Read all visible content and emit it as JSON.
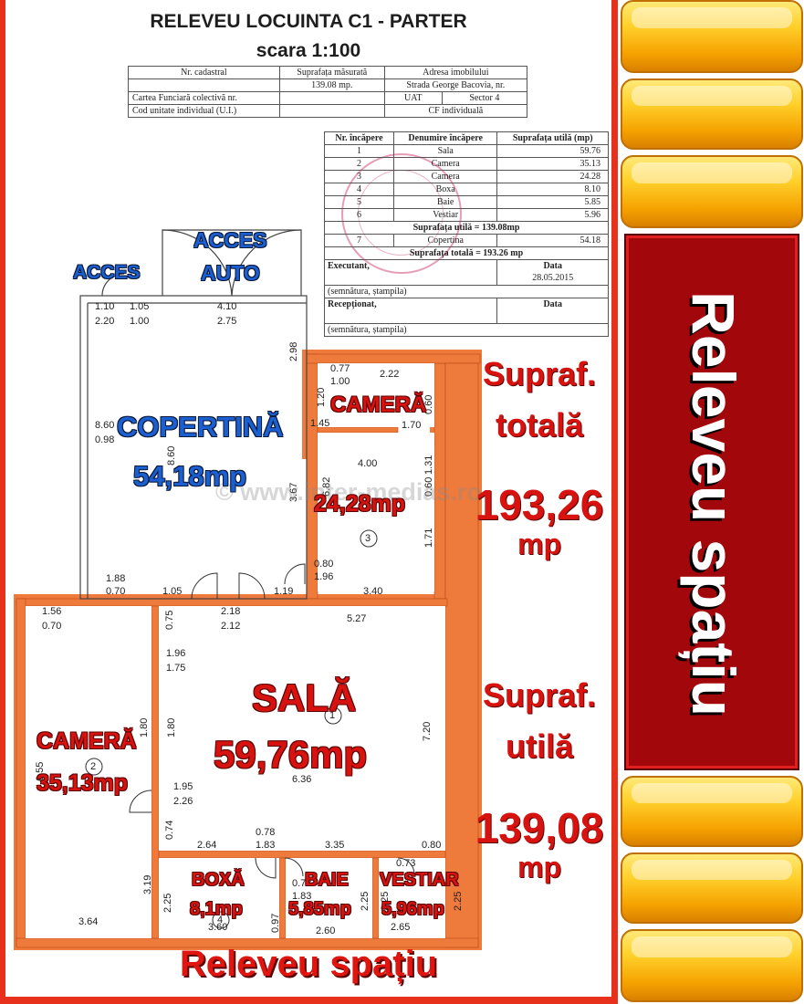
{
  "header": {
    "title": "RELEVEU LOCUINTA C1 - PARTER",
    "scale": "scara 1:100"
  },
  "info_table": {
    "r1": [
      "Nr. cadastral",
      "Suprafața măsurată",
      "Adresa imobilului"
    ],
    "r2": [
      "",
      "139.08 mp.",
      "Strada George Bacovia, nr."
    ],
    "r3": [
      "Cartea Funciară colectivă nr.",
      "",
      "UAT",
      "Sector 4"
    ],
    "r4": [
      "Cod unitate individual (U.I.)",
      "",
      "CF individuală",
      ""
    ]
  },
  "rooms_table": {
    "headers": [
      "Nr. încăpere",
      "Denumire încăpere",
      "Suprafața utilă (mp)"
    ],
    "rows": [
      [
        "1",
        "Sala",
        "59.76"
      ],
      [
        "2",
        "Camera",
        "35.13"
      ],
      [
        "3",
        "Camera",
        "24.28"
      ],
      [
        "4",
        "Boxa",
        "8.10"
      ],
      [
        "5",
        "Baie",
        "5.85"
      ],
      [
        "6",
        "Vestiar",
        "5.96"
      ]
    ],
    "useful_total": "Suprafața utilă = 139.08mp",
    "row7": [
      "7",
      "Copertina",
      "54.18"
    ],
    "grand_total": "Suprafața totală = 193.26 mp",
    "executant": "Executant,",
    "data_label": "Data",
    "date": "28.05.2015",
    "signature_note": "(semnătura, ștampila)",
    "receptionat": "Recepționat,",
    "data_label2": "Data",
    "signature_note2": "(semnătura, ștampila)"
  },
  "labels": {
    "acces": "ACCES",
    "acces_auto_1": "ACCES",
    "acces_auto_2": "AUTO",
    "copertina": "COPERTINĂ",
    "copertina_area": "54,18mp",
    "camera3": "CAMERĂ",
    "camera3_area": "24,28mp",
    "sala": "SALĂ",
    "sala_area": "59,76mp",
    "camera2": "CAMERĂ",
    "camera2_area": "35,13mp",
    "boxa": "BOXĂ",
    "boxa_area": "8,1mp",
    "baie": "BAIE",
    "baie_area": "5,85mp",
    "vestiar": "VESTIAR",
    "vestiar_area": "5,96mp",
    "room_num_3": "3",
    "room_num_2": "2",
    "room_num_1": "1",
    "room_num_4": "4"
  },
  "totals": {
    "total_label_1": "Supraf.",
    "total_label_2": "totală",
    "total_value": "193,26",
    "total_unit": "mp",
    "useful_label_1": "Supraf.",
    "useful_label_2": "utilă",
    "useful_value": "139,08",
    "useful_unit": "mp"
  },
  "dimensions": {
    "d110": "1.10",
    "d220": "2.20",
    "d105a": "1.05",
    "d100a": "1.00",
    "d410": "4.10",
    "d275": "2.75",
    "d298": "2.98",
    "d077": "0.77",
    "d100b": "1.00",
    "d222": "2.22",
    "d120": "1.20",
    "d060a": "0.60",
    "d145": "1.45",
    "d170": "1.70",
    "d860a": "8.60",
    "d098": "0.98",
    "d860b": "8.60",
    "d400": "4.00",
    "d367": "3.67",
    "d682": "6.82",
    "d060b": "0.60",
    "d131": "1.31",
    "d171": "1.71",
    "d080a": "0.80",
    "d196a": "1.96",
    "d340": "3.40",
    "d188": "1.88",
    "d070a": "0.70",
    "d105b": "1.05",
    "d218": "2.18",
    "d212": "2.12",
    "d119": "1.19",
    "d527": "5.27",
    "d156": "1.56",
    "d070b": "0.70",
    "d075": "0.75",
    "d196b": "1.96",
    "d175": "1.75",
    "d180a": "1.80",
    "d180b": "1.80",
    "d720": "7.20",
    "d655": "6.55",
    "d195": "1.95",
    "d226": "2.26",
    "d636": "6.36",
    "d074": "0.74",
    "d264": "2.64",
    "d078a": "0.78",
    "d183a": "1.83",
    "d335": "3.35",
    "d080b": "0.80",
    "d073": "0.73",
    "d319": "3.19",
    "d225a": "2.25",
    "d078b": "0.78",
    "d183b": "1.83",
    "d225b": "2.25",
    "d225c": "2.25",
    "d225d": "2.25",
    "d097": "0.97",
    "d364": "3.64",
    "d360": "3.60",
    "d260": "2.60",
    "d265": "2.65"
  },
  "watermark": "© www.inter-medias.ro",
  "banner": "Releveu spațiu",
  "side_banner": "Releveu spațiu",
  "colors": {
    "frame_red": "#e8311d",
    "wall_orange": "#ee7a3c",
    "label_blue": "#1b5fd1",
    "label_red": "#d8120f",
    "side_dark_red": "#a2070c",
    "tile_gold": "#ffd02b"
  }
}
